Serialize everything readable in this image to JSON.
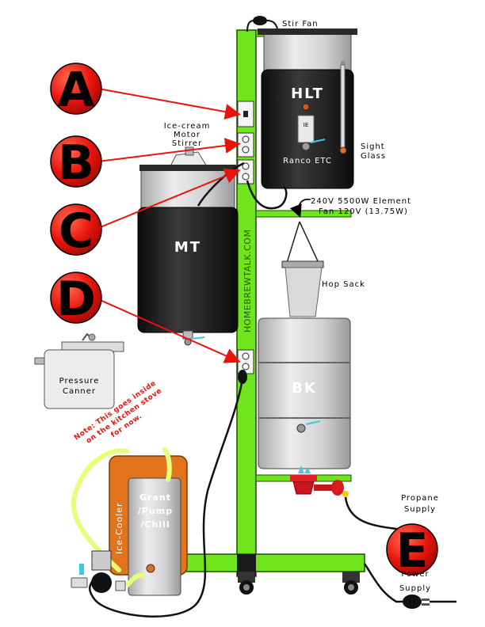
{
  "markers": [
    {
      "letter": "A"
    },
    {
      "letter": "B"
    },
    {
      "letter": "C"
    },
    {
      "letter": "D"
    },
    {
      "letter": "E"
    }
  ],
  "vessels": {
    "hlt": "HLT",
    "mt": "MT",
    "bk": "BK"
  },
  "labels": {
    "stir_fan": "Stir Fan",
    "ice_cream_1": "Ice-cream",
    "ice_cream_2": "Motor",
    "ice_cream_3": "Stirrer",
    "sight_1": "Sight",
    "sight_2": "Glass",
    "ranco": "Ranco ETC",
    "element_1": "240V 5500W Element",
    "element_2": "Fan 120V (13.75W)",
    "hop_sack": "Hop Sack",
    "pressure_1": "Pressure",
    "pressure_2": "Canner",
    "note_1": "Note: This goes inside",
    "note_2": "on the kitchen stove",
    "note_3": "for now.",
    "ice_cooler": "Ice-Cooler",
    "grant_1": "Grant",
    "grant_2": "/Pump",
    "grant_3": "/Chill",
    "propane_1": "Propane",
    "propane_2": "Supply",
    "power_1": "Power",
    "power_2": "Supply",
    "watermark": "HOMEBREWTALK.COM",
    "hlt_sticker": "IE"
  },
  "colors": {
    "frame": "#6fe61c",
    "marker": "#e8140c",
    "arrow": "#e8140c",
    "vessel_dark": "#1a1a1a",
    "vessel_light": "#cfcfcf",
    "cooler": "#e2741c",
    "tubing": "#e6ff7a"
  }
}
